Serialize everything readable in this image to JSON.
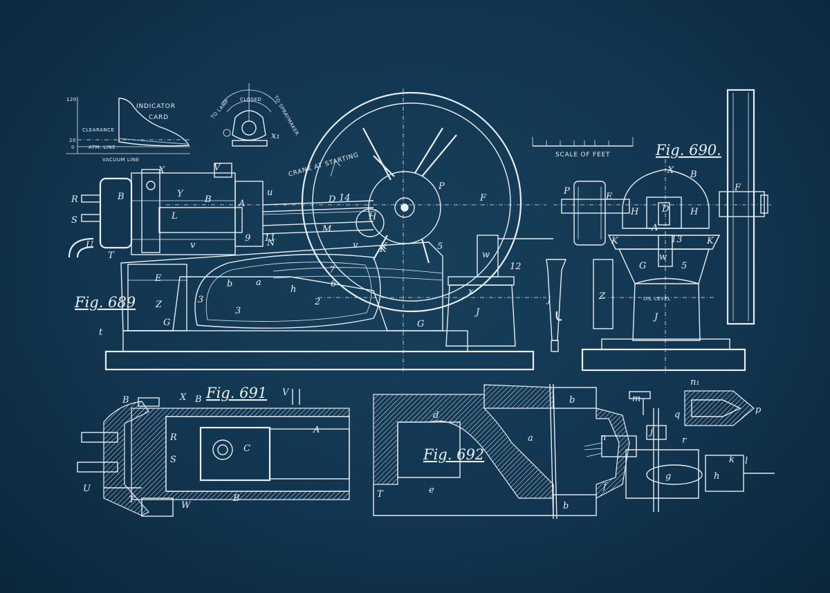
{
  "figures": {
    "fig689": "Fig. 689",
    "fig690": "Fig. 690.",
    "fig691": "Fig. 691",
    "fig692": "Fig. 692"
  },
  "indicator": {
    "title_1": "INDICATOR",
    "title_2": "CARD",
    "tick_120": "120",
    "tick_20": "20",
    "tick_0": "0",
    "clearance": "CLEARANCE",
    "atm_line": "ATM. LINE",
    "vacuum_line": "VACUUM LINE"
  },
  "valve_dial": {
    "closed": "CLOSED",
    "to_lamp": "TO LAMP",
    "to_spraymaker": "TO SPRAYMAKER",
    "x1": "x₁"
  },
  "annotations": {
    "crank_at_starting": "CRANK AT STARTING",
    "scale_of_feet": "SCALE OF FEET",
    "oil_level": "OIL LEVEL"
  },
  "letters_689": [
    "X",
    "V",
    "R",
    "S",
    "B",
    "B",
    "L",
    "Y",
    "A",
    "u",
    "D",
    "14",
    "P",
    "F",
    "H",
    "K",
    "M",
    "N",
    "v",
    "v",
    "9",
    "11",
    "T",
    "U",
    "E",
    "a",
    "b",
    "h",
    "Z",
    "G",
    "G",
    "t",
    "3",
    "3",
    "2",
    "6",
    "7",
    "5",
    "w",
    "12",
    "x",
    "J",
    "j",
    "K"
  ],
  "letters_690": [
    "X",
    "B",
    "P",
    "E",
    "H",
    "H",
    "D",
    "A",
    "K",
    "13",
    "K",
    "G",
    "w",
    "5",
    "Z",
    "J",
    "F"
  ],
  "letters_691": [
    "B",
    "X",
    "B",
    "V",
    "A",
    "R",
    "S",
    "C",
    "U",
    "T",
    "W",
    "B"
  ],
  "letters_692": [
    "d",
    "b",
    "a",
    "T",
    "e",
    "b",
    "m",
    "n",
    "j",
    "r",
    "q",
    "p",
    "n₁",
    "f",
    "g",
    "h",
    "k",
    "l"
  ]
}
